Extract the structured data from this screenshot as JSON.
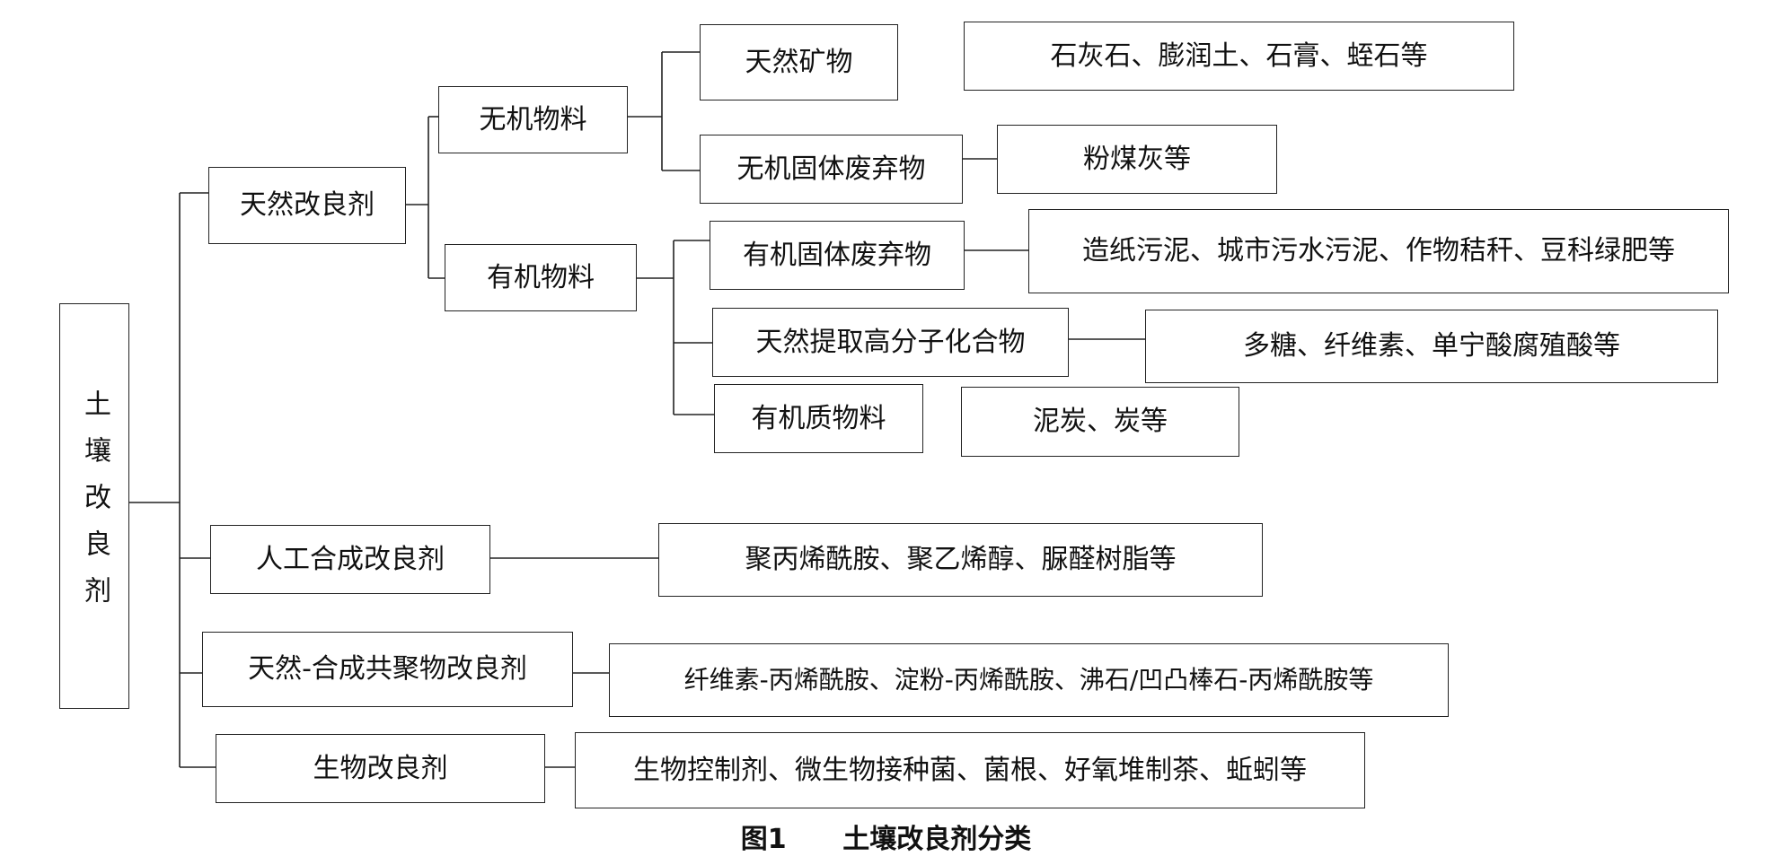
{
  "diagram": {
    "root": "土壤改良剂",
    "categories": {
      "natural": "天然改良剂",
      "inorganic": "无机物料",
      "organic": "有机物料",
      "synthetic": "人工合成改良剂",
      "copolymer": "天然-合成共聚物改良剂",
      "biological": "生物改良剂"
    },
    "subcategories": {
      "natural_minerals": "天然矿物",
      "inorganic_solid_waste": "无机固体废弃物",
      "organic_solid_waste": "有机固体废弃物",
      "natural_polymers": "天然提取高分子化合物",
      "organic_matter": "有机质物料"
    },
    "examples": {
      "natural_minerals": "石灰石、膨润土、石膏、蛭石等",
      "inorganic_solid_waste": "粉煤灰等",
      "organic_solid_waste": "造纸污泥、城市污水污泥、作物秸秆、豆科绿肥等",
      "natural_polymers": "多糖、纤维素、单宁酸腐殖酸等",
      "organic_matter": "泥炭、炭等",
      "synthetic": "聚丙烯酰胺、聚乙烯醇、脲醛树脂等",
      "copolymer": "纤维素-丙烯酰胺、淀粉-丙烯酰胺、沸石/凹凸棒石-丙烯酰胺等",
      "biological": "生物控制剂、微生物接种菌、菌根、好氧堆制茶、蚯蚓等"
    },
    "caption": "图1      土壤改良剂分类"
  }
}
